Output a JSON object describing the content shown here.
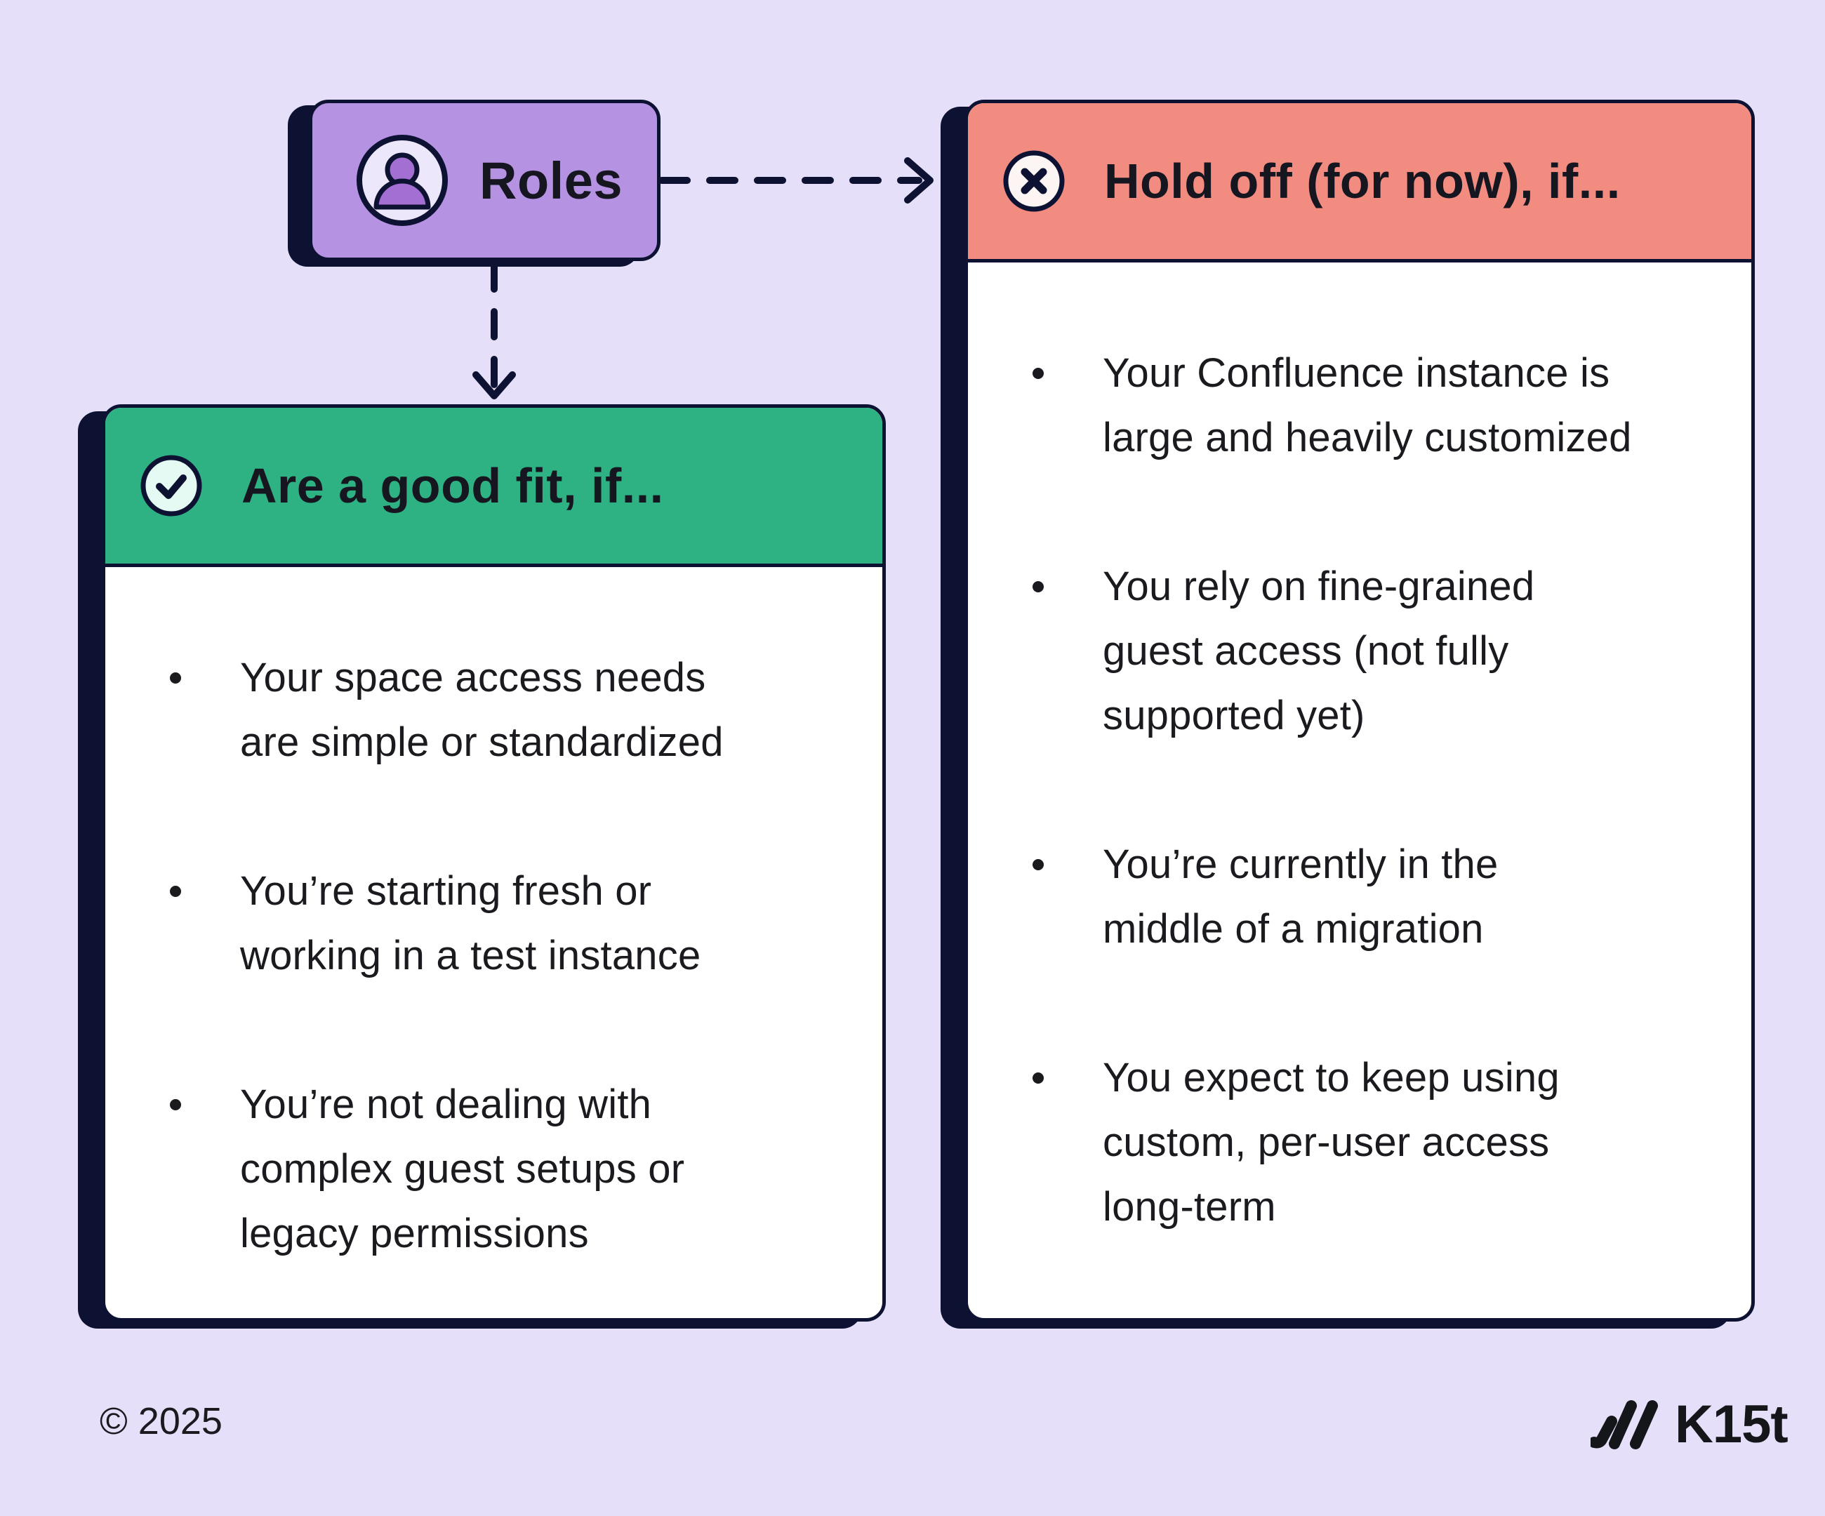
{
  "page": {
    "copyright": "© 2025"
  },
  "roles_box": {
    "label": "Roles",
    "icon": "person-icon"
  },
  "cards": {
    "good_fit": {
      "title": "Are a good fit, if...",
      "icon": "check-circle-icon",
      "items": [
        [
          "Your space access needs",
          "are simple or standardized"
        ],
        [
          "You’re starting fresh or",
          "working in a test instance"
        ],
        [
          "You’re not dealing with",
          "complex guest setups or",
          "legacy permissions"
        ]
      ]
    },
    "hold_off": {
      "title": "Hold off (for now), if...",
      "icon": "x-circle-icon",
      "items": [
        [
          "Your Confluence instance is",
          "large and heavily customized"
        ],
        [
          "You rely on fine-grained",
          "guest access (not fully",
          "supported yet)"
        ],
        [
          "You’re currently in the",
          "middle of a migration"
        ],
        [
          "You expect to keep using",
          "custom, per-user access",
          "long-term"
        ]
      ]
    }
  },
  "logo": {
    "text": "K15t",
    "icon": "k15t-slashes-icon"
  },
  "colors": {
    "background": "#E5DFFA",
    "dark_navy": "#0D1233",
    "purple_box": "#B692E3",
    "purple_person": "#A46FD3",
    "green_header": "#2EB283",
    "red_header": "#F28B80",
    "mint_icon_bg": "#E4FAF3",
    "pink_icon_bg": "#FDF4F4",
    "lavender_icon_bg": "#EDE7FC",
    "text": "#1A1A1F"
  }
}
